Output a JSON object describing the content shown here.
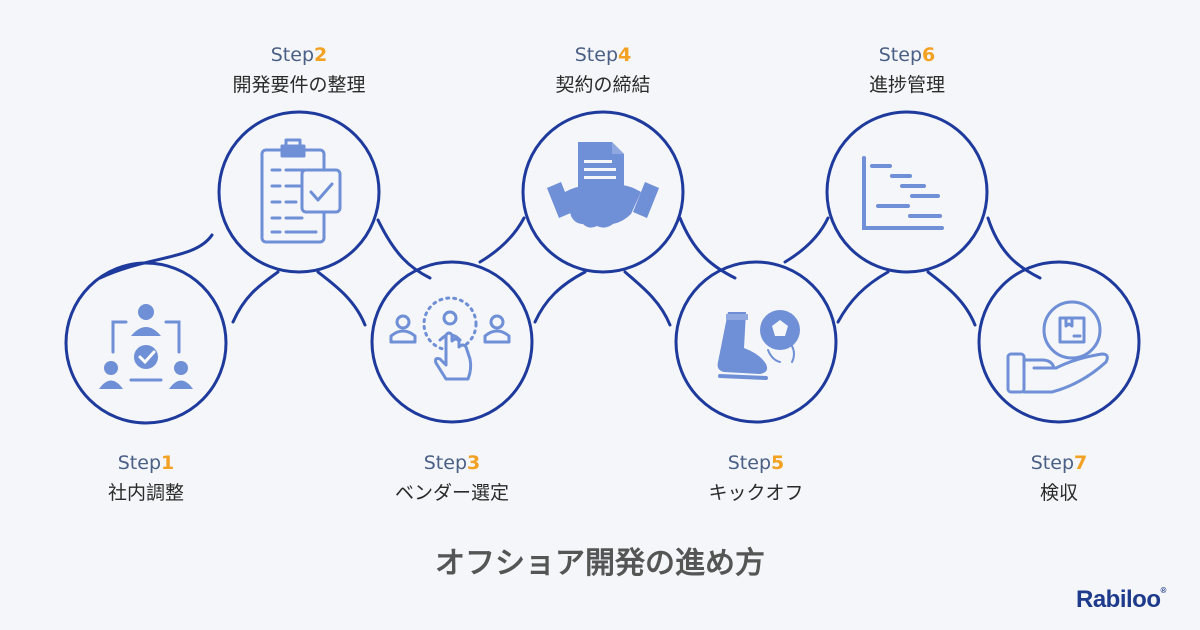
{
  "title": "オフショア開発の進め方",
  "step_word": "Step",
  "steps": [
    {
      "num": "1",
      "name": "社内調整",
      "icon": "team-alignment-icon"
    },
    {
      "num": "2",
      "name": "開発要件の整理",
      "icon": "clipboard-checklist-icon"
    },
    {
      "num": "3",
      "name": "ベンダー選定",
      "icon": "select-vendor-icon"
    },
    {
      "num": "4",
      "name": "契約の締結",
      "icon": "contract-handshake-icon"
    },
    {
      "num": "5",
      "name": "キックオフ",
      "icon": "kickoff-soccer-icon"
    },
    {
      "num": "6",
      "name": "進捗管理",
      "icon": "gantt-chart-icon"
    },
    {
      "num": "7",
      "name": "検収",
      "icon": "hand-receive-box-icon"
    }
  ],
  "brand": {
    "name": "Rabiloo",
    "reg": "®"
  },
  "colors": {
    "line": "#1e3a9c",
    "icon": "#6f8fd6",
    "accent": "#f2a122",
    "background": "#f4f6f9"
  }
}
